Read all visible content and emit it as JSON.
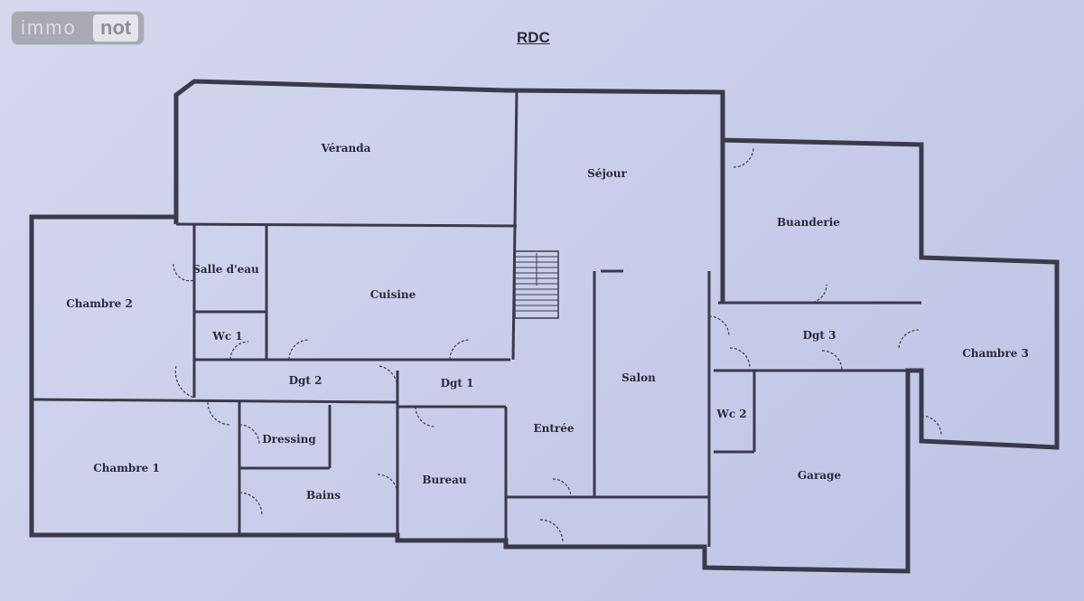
{
  "logo": {
    "part1": "immo",
    "part2": "not"
  },
  "title": "RDC",
  "rooms": {
    "veranda": "Véranda",
    "sejour": "Séjour",
    "buanderie": "Buanderie",
    "chambre2": "Chambre 2",
    "salle_eau": "Salle d'eau",
    "cuisine": "Cuisine",
    "wc1": "Wc 1",
    "dgt2": "Dgt 2",
    "dgt1": "Dgt 1",
    "salon": "Salon",
    "dgt3": "Dgt 3",
    "chambre3": "Chambre 3",
    "wc2": "Wc 2",
    "dressing": "Dressing",
    "chambre1": "Chambre 1",
    "bains": "Bains",
    "bureau": "Bureau",
    "entree": "Entrée",
    "garage": "Garage"
  }
}
